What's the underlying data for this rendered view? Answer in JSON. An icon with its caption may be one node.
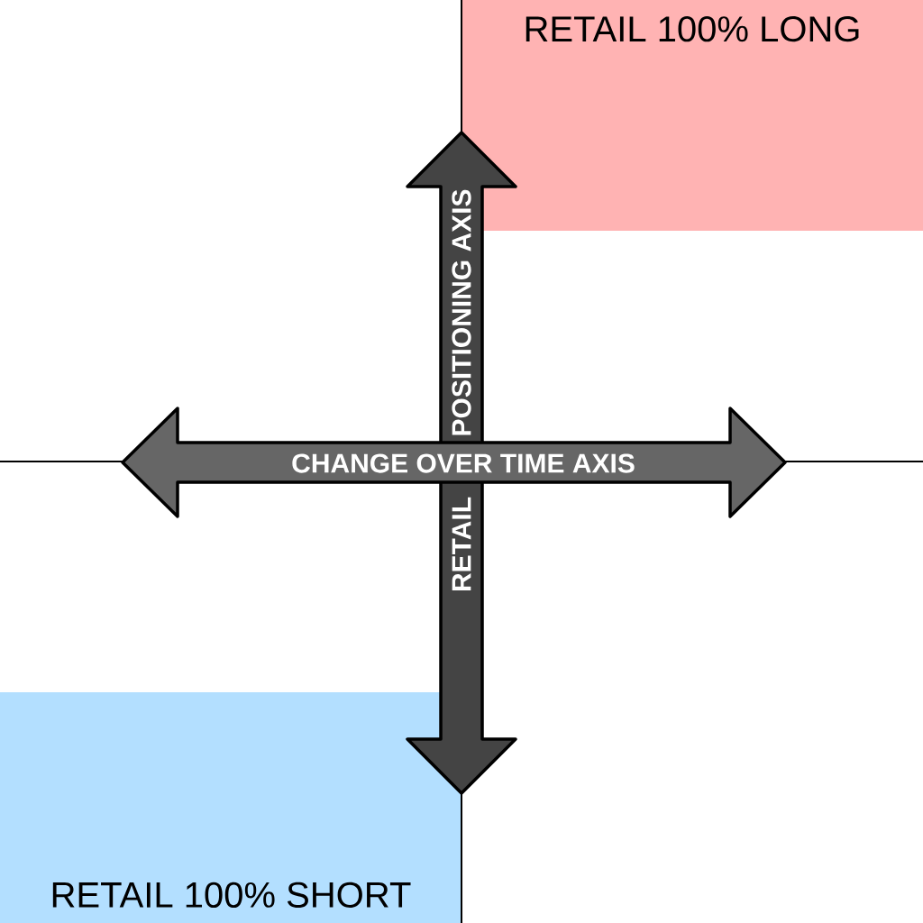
{
  "diagram": {
    "nodes": [
      {
        "text": [
          "RETAIL 100% LONG"
        ]
      },
      {
        "text": [
          "RETAIL 100% SHORT"
        ]
      }
    ],
    "labels": [
      "POSITIONING AXIS",
      "CHANGE OVER TIME AXIS",
      "RETAIL"
    ]
  }
}
